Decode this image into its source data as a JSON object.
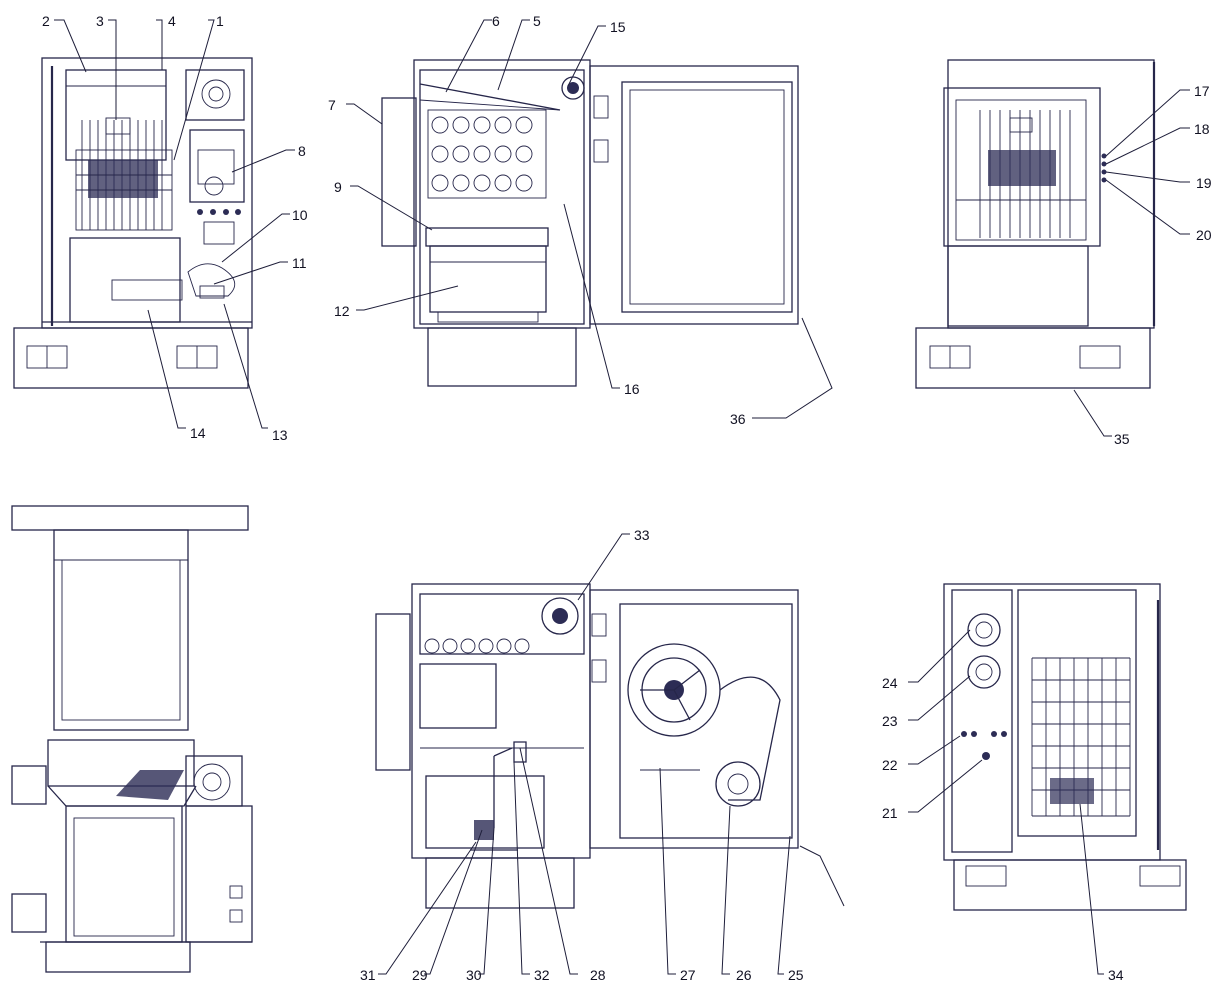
{
  "callouts": {
    "c1": "1",
    "c2": "2",
    "c3": "3",
    "c4": "4",
    "c5": "5",
    "c6": "6",
    "c7": "7",
    "c8": "8",
    "c9": "9",
    "c10": "10",
    "c11": "11",
    "c12": "12",
    "c13": "13",
    "c14": "14",
    "c15": "15",
    "c16": "16",
    "c17": "17",
    "c18": "18",
    "c19": "19",
    "c20": "20",
    "c21": "21",
    "c22": "22",
    "c23": "23",
    "c24": "24",
    "c25": "25",
    "c26": "26",
    "c27": "27",
    "c28": "28",
    "c29": "29",
    "c30": "30",
    "c31": "31",
    "c32": "32",
    "c33": "33",
    "c34": "34",
    "c35": "35",
    "c36": "36"
  },
  "colors": {
    "line": "#26264a",
    "background": "#ffffff"
  }
}
